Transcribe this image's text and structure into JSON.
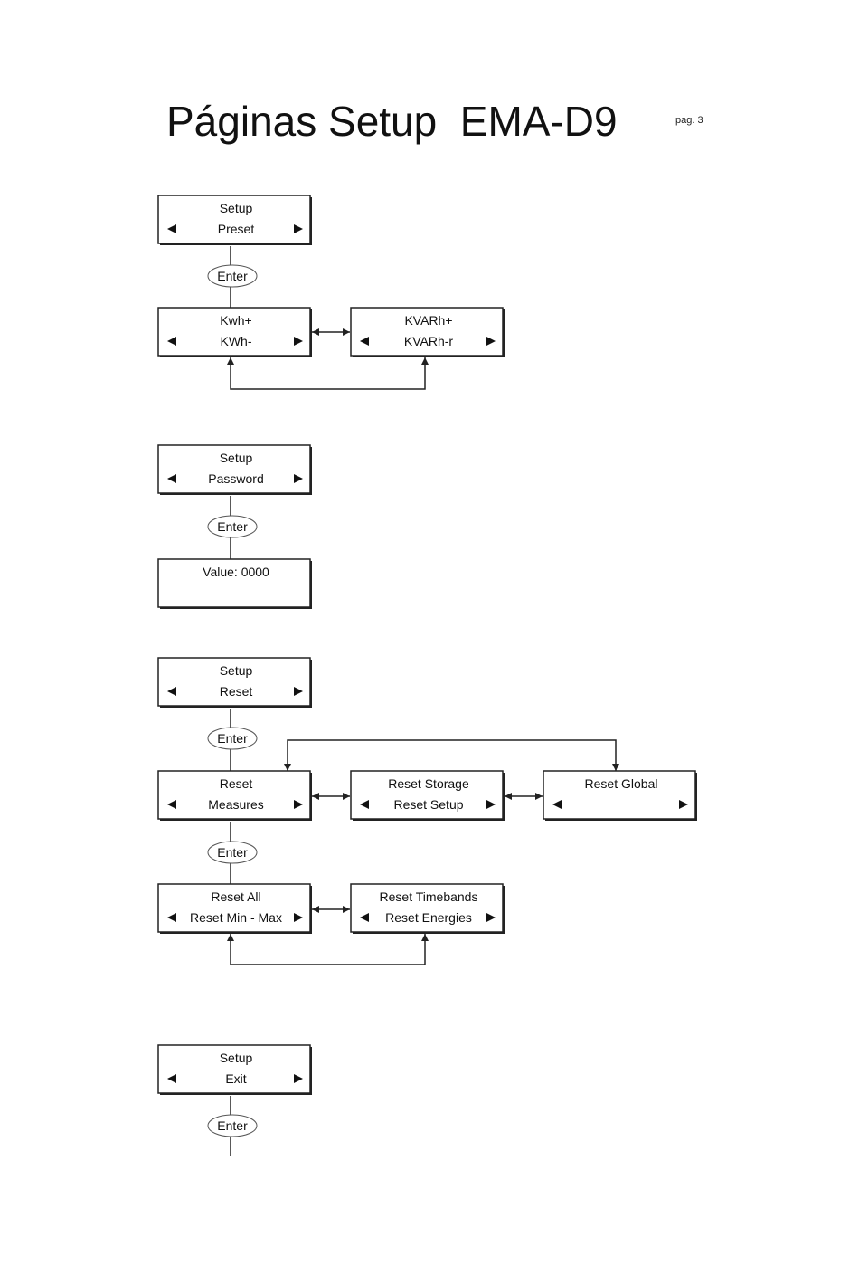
{
  "header": {
    "title": "Páginas Setup  EMA-D9",
    "page": "pag. 3"
  },
  "enter_label": "Enter",
  "boxes": {
    "preset": {
      "line1": "Setup",
      "line2": "Preset"
    },
    "kwh": {
      "line1": "Kwh+",
      "line2": "KWh-"
    },
    "kvarh": {
      "line1": "KVARh+",
      "line2": "KVARh-r"
    },
    "password": {
      "line1": "Setup",
      "line2": "Password"
    },
    "value": {
      "line1": "Value: 0000"
    },
    "reset": {
      "line1": "Setup",
      "line2": "Reset"
    },
    "measures": {
      "line1": "Reset",
      "line2": "Measures"
    },
    "storage": {
      "line1": "Reset Storage",
      "line2": "Reset Setup"
    },
    "global": {
      "line1": "Reset Global"
    },
    "reset_all": {
      "line1": "Reset All",
      "line2": "Reset Min - Max"
    },
    "timebands": {
      "line1": "Reset Timebands",
      "line2": "Reset Energies"
    },
    "exit": {
      "line1": "Setup",
      "line2": "Exit"
    }
  }
}
